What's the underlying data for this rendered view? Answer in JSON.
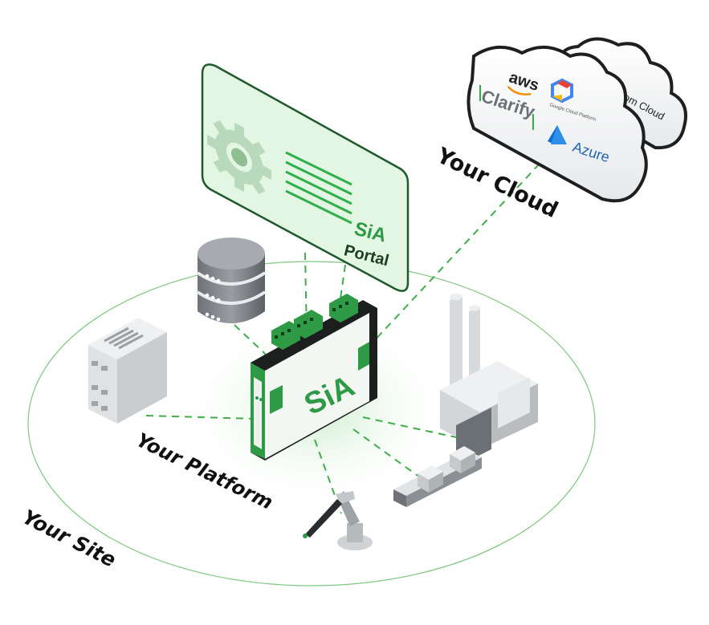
{
  "labels": {
    "site": "Your Site",
    "platform": "Your Platform",
    "cloud": "Your Cloud"
  },
  "cloud_providers": {
    "aws": "aws",
    "clarify": "Clarify",
    "google": "Google Cloud Platform",
    "azure": "Azure",
    "custom": "+ Custom Cloud"
  },
  "portal": {
    "brand": "SiA",
    "name": "Portal"
  },
  "device": {
    "brand": "SiA"
  },
  "colors": {
    "brand_green": "#2e9a46",
    "link_green": "#3fae49",
    "portal_fill": "#e3f5e3",
    "site_ring": "#7ec87e"
  },
  "icons": [
    "gear-icon",
    "database-icon",
    "power-supply-icon",
    "factory-icon",
    "conveyor-icon",
    "robot-arm-icon",
    "aws-logo",
    "google-cloud-logo",
    "azure-logo"
  ]
}
